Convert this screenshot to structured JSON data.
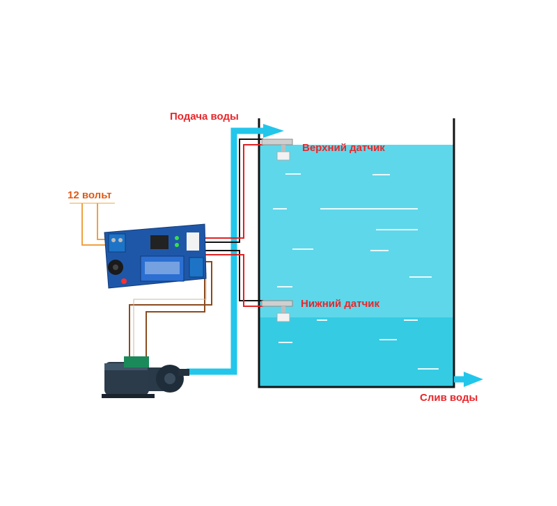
{
  "labels": {
    "water_supply": "Подача воды",
    "power": "12 вольт",
    "upper_sensor": "Верхний датчик",
    "lower_sensor": "Нижний датчик",
    "water_drain": "Слив воды"
  },
  "colors": {
    "label_red": "#e8262a",
    "label_orange": "#e05a14",
    "water": "#5fd7ea",
    "water_deep": "#35cbe3",
    "pipe": "#22c6ea",
    "tank_outline": "#111111",
    "power_wire": "#f0a040",
    "pump_wire": "#8a4a1c",
    "sensor_wire_red": "#e02020",
    "sensor_wire_black": "#111111",
    "board": "#1f57a8"
  },
  "icons": {
    "controller": "relay-controller-board",
    "pump": "electric-water-pump",
    "sensor": "float-level-sensor"
  }
}
